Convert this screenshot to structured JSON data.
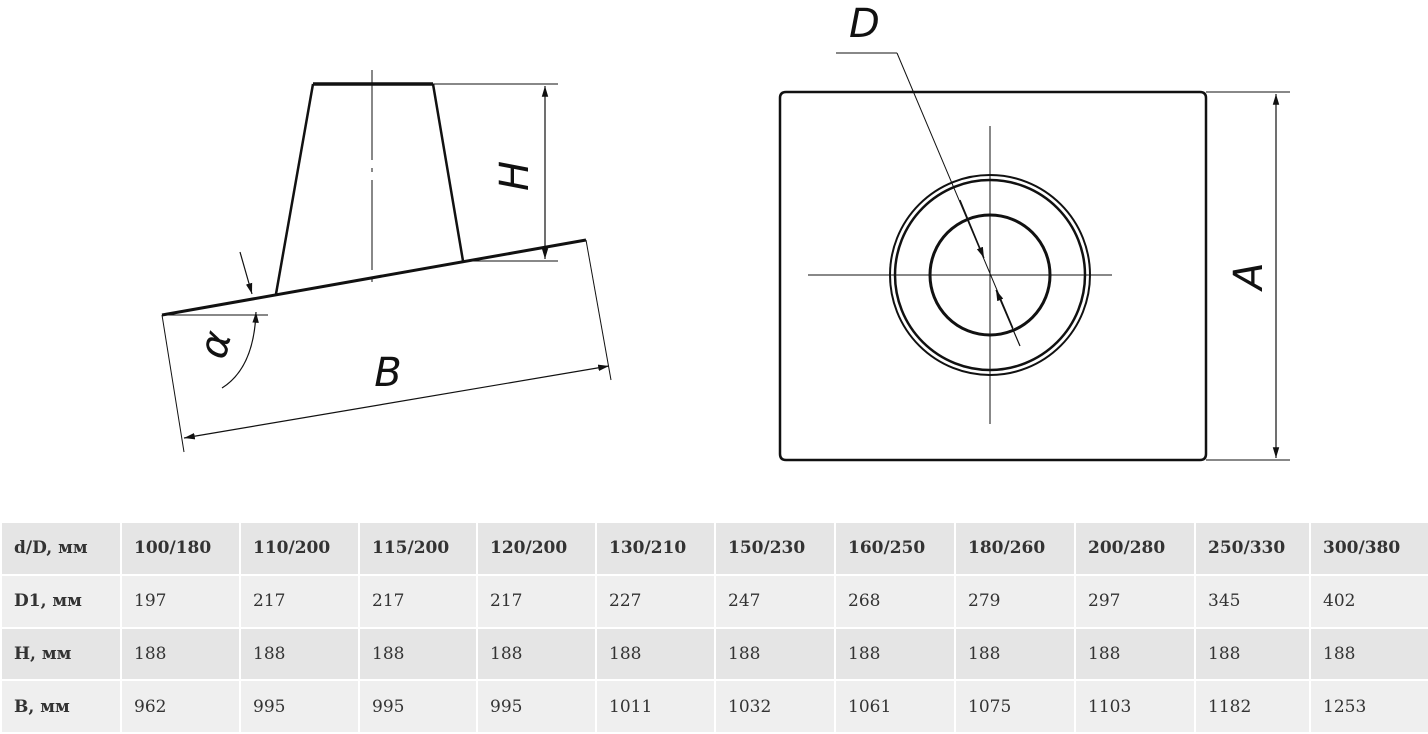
{
  "drawing": {
    "labels": {
      "D": "D",
      "H": "H",
      "alpha": "α",
      "B": "B",
      "A": "A"
    }
  },
  "table": {
    "columns": [
      "d/D, мм",
      "100/180",
      "110/200",
      "115/200",
      "120/200",
      "130/210",
      "150/230",
      "160/250",
      "180/260",
      "200/280",
      "250/330",
      "300/380"
    ],
    "rows": [
      [
        "D1, мм",
        "197",
        "217",
        "217",
        "217",
        "227",
        "247",
        "268",
        "279",
        "297",
        "345",
        "402"
      ],
      [
        "H, мм",
        "188",
        "188",
        "188",
        "188",
        "188",
        "188",
        "188",
        "188",
        "188",
        "188",
        "188"
      ],
      [
        "B, мм",
        "962",
        "995",
        "995",
        "995",
        "1011",
        "1032",
        "1061",
        "1075",
        "1103",
        "1182",
        "1253"
      ]
    ]
  }
}
